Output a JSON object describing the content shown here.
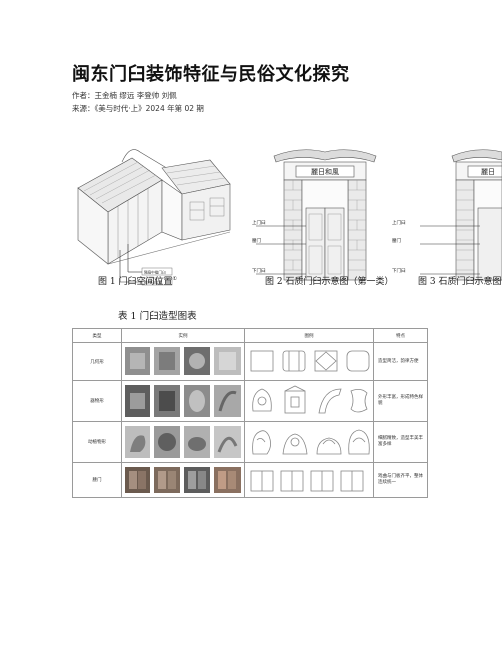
{
  "article": {
    "title": "闽东门臼装饰特征与民俗文化探究",
    "authors_label": "作者：",
    "authors": "王金楠 缪远 李登帅 刘佩",
    "source_label": "来源：",
    "source": "《美与时代·上》2024 年第 02 期"
  },
  "figures": {
    "fig1": {
      "caption": "图 1 门臼空间位置",
      "superscript": "①",
      "labels": [
        "隔扇中槛门臼",
        "檐门臼位置"
      ]
    },
    "fig2": {
      "caption": "图 2 石质门臼示意图（第一类）",
      "plaque": "麗日和風",
      "labels": [
        "上门臼",
        "腰门",
        "下门臼"
      ]
    },
    "fig3": {
      "caption": "图 3 石质门臼示意图",
      "plaque": "麗日",
      "labels": [
        "上门臼",
        "腰门",
        "下门臼"
      ]
    }
  },
  "table": {
    "title": "表 1 门臼造型图表",
    "headers": [
      "类型",
      "实例",
      "图例",
      "特点"
    ],
    "rows": [
      {
        "type": "几何形",
        "feature": "造型简洁，韵律方便"
      },
      {
        "type": "器物形",
        "feature": "外形丰富，形成特色样貌"
      },
      {
        "type": "动植物形",
        "feature": "细腻精致，造型丰美丰富多样"
      },
      {
        "type": "腰门",
        "feature": "戏曲与门板齐平，整体连续统一"
      }
    ]
  },
  "colors": {
    "photo_gray": "#9a9a9a",
    "line": "#555555",
    "table_border": "#9a9a9a"
  }
}
